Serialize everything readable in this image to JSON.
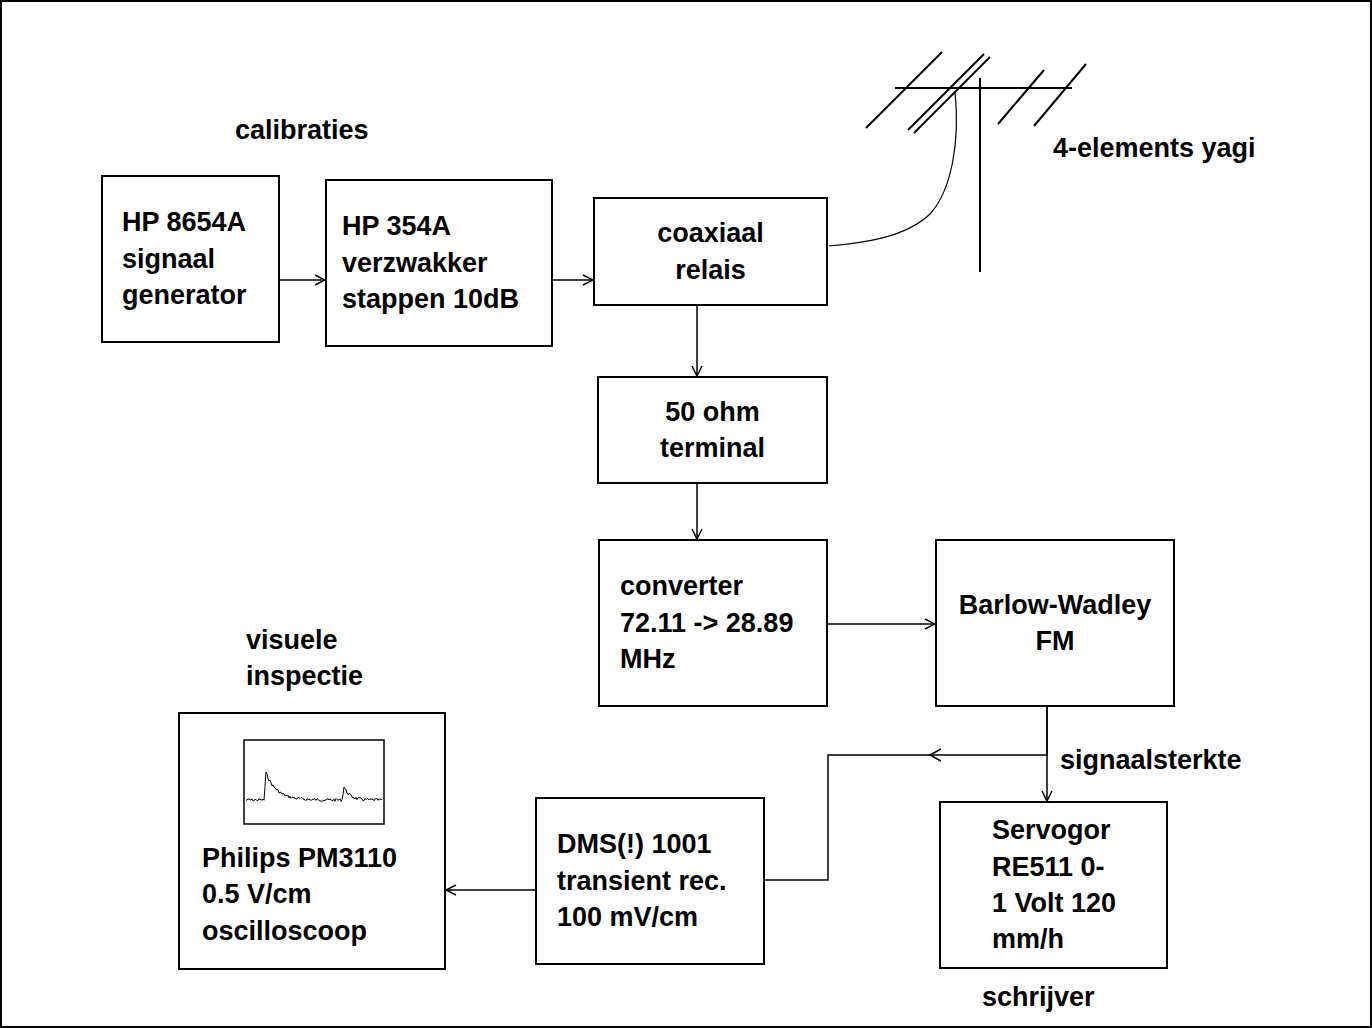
{
  "diagram": {
    "nodes": [
      {
        "text": [
          "HP 8654A signaal generator"
        ]
      },
      {
        "text": [
          "HP 354A verzwakker stappen 10dB"
        ]
      },
      {
        "text": [
          "coaxiaal relais"
        ]
      },
      {
        "text": [
          "50 ohm terminal"
        ]
      },
      {
        "text": [
          "converter 72.11 -> 28.89 MHz"
        ]
      },
      {
        "text": [
          "Barlow-Wadley FM"
        ]
      },
      {
        "text": [
          "Servogor RE511 0-1 Volt 120 mm/h"
        ]
      },
      {
        "text": [
          "DMS(!) 1001 transient rec. 100 mV/cm"
        ]
      },
      {
        "text": [
          "Philips PM3110 0.5 V/cm oscilloscoop"
        ]
      }
    ],
    "edges": [
      {
        "from": 0,
        "to": 1,
        "arrow": "to"
      },
      {
        "from": 1,
        "to": 2,
        "arrow": "to"
      },
      {
        "from": 2,
        "to": 3,
        "arrow": "to"
      },
      {
        "from": 3,
        "to": 4,
        "arrow": "to"
      },
      {
        "from": 4,
        "to": 5,
        "arrow": "to"
      },
      {
        "from": 5,
        "to": 6,
        "label": "signaalsterkte",
        "arrow": "to"
      },
      {
        "from": 5,
        "to": 7,
        "arrow": "to"
      },
      {
        "from": 7,
        "to": 8,
        "arrow": "to"
      }
    ],
    "labels": [
      "calibraties",
      "4-elements yagi",
      "visuele inspectie",
      "schrijver"
    ]
  }
}
